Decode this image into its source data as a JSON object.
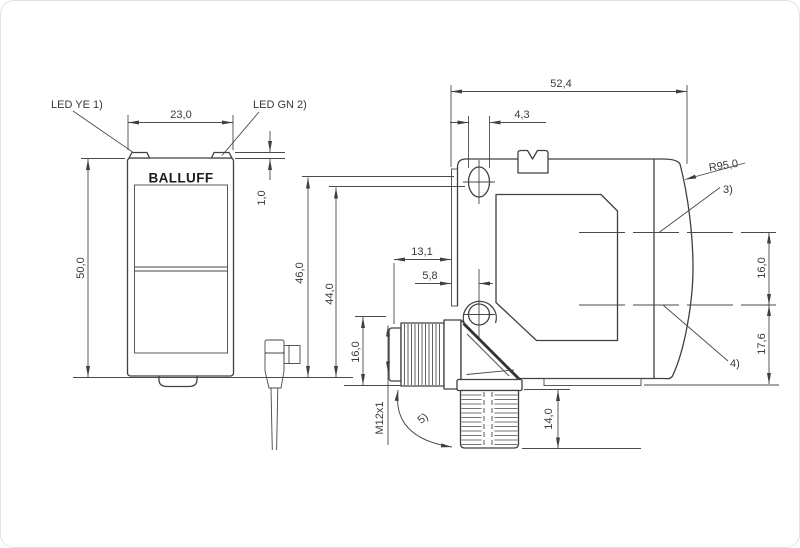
{
  "front": {
    "brand": "BALLUFF",
    "led_ye": "LED YE 1)",
    "led_gn": "LED GN 2)",
    "dim_width": "23,0",
    "dim_height": "50,0",
    "dim_led": "1,0"
  },
  "side": {
    "dim_total_width": "52,4",
    "dim_slot": "4,3",
    "dim_h46": "46,0",
    "dim_h44": "44,0",
    "dim_13_1": "13,1",
    "dim_5_8": "5,8",
    "dim_conn_h": "16,0",
    "dim_axis_gap": "16,0",
    "dim_axis_bottom": "17,6",
    "dim_conn_len": "14,0",
    "radius": "R95,0",
    "thread": "M12x1",
    "note3": "3)",
    "note4": "4)",
    "note5": "5)"
  }
}
